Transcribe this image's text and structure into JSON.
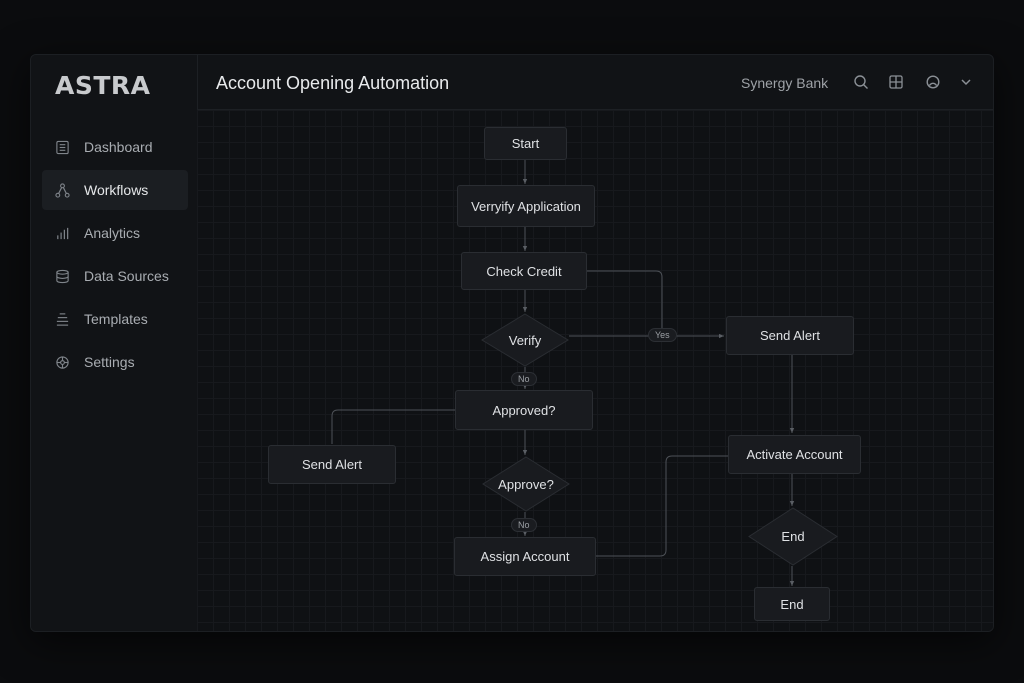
{
  "app": {
    "logo": "ASTRA",
    "title": "Account Opening Automation",
    "org": "Synergy Bank"
  },
  "sidebar": {
    "items": [
      {
        "label": "Dashboard",
        "icon": "list-icon"
      },
      {
        "label": "Workflows",
        "icon": "workflow-icon",
        "active": true
      },
      {
        "label": "Analytics",
        "icon": "bar-chart-icon"
      },
      {
        "label": "Data Sources",
        "icon": "database-icon"
      },
      {
        "label": "Templates",
        "icon": "template-icon"
      },
      {
        "label": "Settings",
        "icon": "gear-icon"
      }
    ]
  },
  "header_icons": [
    "search-icon",
    "grid-icon",
    "user-icon",
    "chevron-down-icon"
  ],
  "flow": {
    "start": "Start",
    "verify_application": "Verryify Application",
    "check_credit": "Check Credit",
    "verify": "Verify",
    "approved": "Approved?",
    "send_alert_left": "Send Alert",
    "approve": "Approve?",
    "assign_account": "Assign Account",
    "send_alert_right": "Send Alert",
    "activate_account": "Activate Account",
    "end_diamond": "End",
    "end": "End",
    "label_yes": "Yes",
    "label_no_1": "No",
    "label_no_2": "No"
  },
  "colors": {
    "background": "#0b0c0e",
    "panel": "#111316",
    "node": "#191b1f",
    "edge": "#5a5e64"
  }
}
